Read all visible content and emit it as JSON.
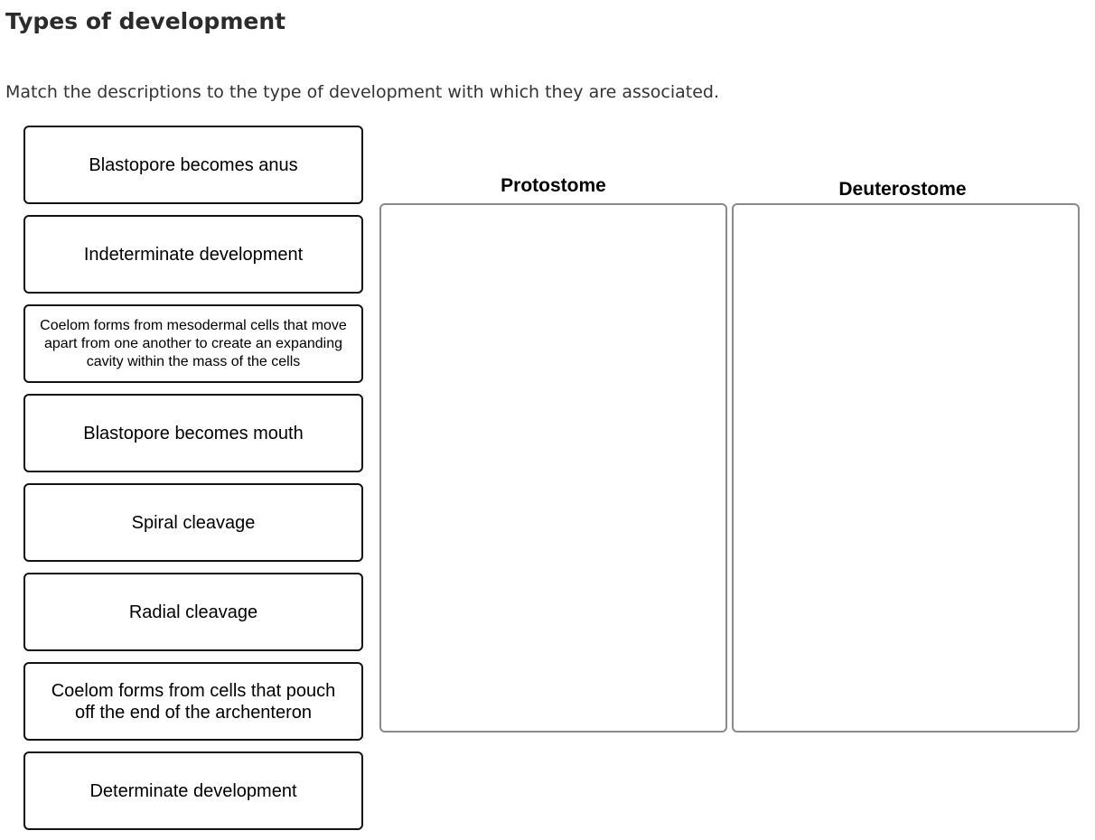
{
  "question": {
    "title": "Types of development",
    "instructions": "Match the descriptions to the type of development with which they are associated."
  },
  "cards": [
    {
      "label": "Blastopore becomes anus"
    },
    {
      "label": "Indeterminate development"
    },
    {
      "label": "Coelom forms from mesodermal cells that move apart from one another to create an expanding cavity within the mass of the cells"
    },
    {
      "label": "Blastopore becomes mouth"
    },
    {
      "label": "Spiral cleavage"
    },
    {
      "label": "Radial cleavage"
    },
    {
      "label": "Coelom forms from cells that pouch off the end of the archenteron"
    },
    {
      "label": "Determinate development"
    }
  ],
  "categories": [
    {
      "label": "Protostome"
    },
    {
      "label": "Deuterostome"
    }
  ]
}
